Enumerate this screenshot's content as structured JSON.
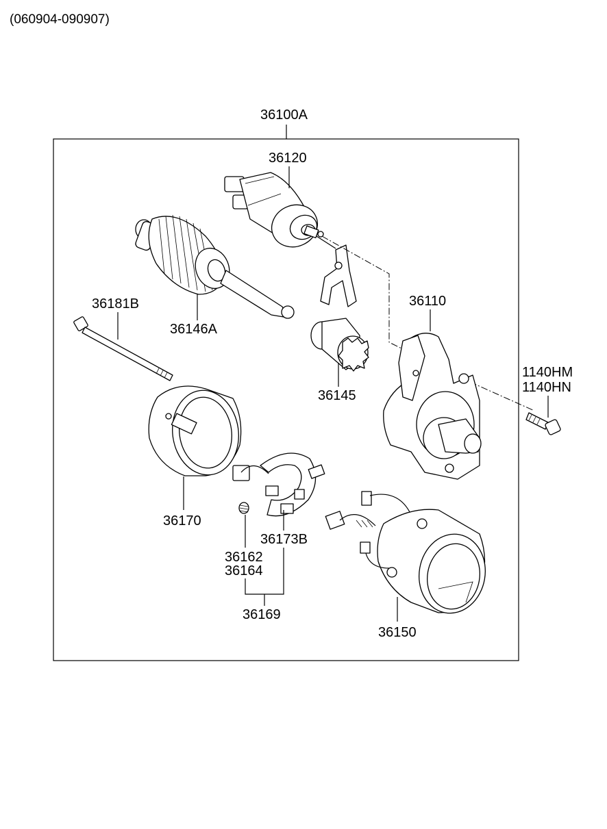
{
  "header": {
    "date_range": "(060904-090907)"
  },
  "diagram": {
    "assembly_label": "36100A",
    "parts": [
      {
        "id": "solenoid",
        "label": "36120",
        "icon": "solenoid-icon"
      },
      {
        "id": "armature",
        "label": "36146A",
        "icon": "armature-icon"
      },
      {
        "id": "through-bolt",
        "label": "36181B",
        "icon": "bolt-icon"
      },
      {
        "id": "drive-housing",
        "label": "36110",
        "icon": "housing-icon"
      },
      {
        "id": "bolt-hm",
        "label": "1140HM",
        "icon": "bolt-icon"
      },
      {
        "id": "bolt-hn",
        "label": "1140HN",
        "icon": "bolt-icon"
      },
      {
        "id": "overrunning-clutch",
        "label": "36145",
        "icon": "gear-icon"
      },
      {
        "id": "rear-cover",
        "label": "36170",
        "icon": "cover-icon"
      },
      {
        "id": "brush-holder",
        "label": "36173B",
        "icon": "brush-holder-icon"
      },
      {
        "id": "spring-1",
        "label": "36162",
        "icon": "spring-icon"
      },
      {
        "id": "spring-2",
        "label": "36164",
        "icon": "spring-icon"
      },
      {
        "id": "brush-kit",
        "label": "36169",
        "icon": "kit-icon"
      },
      {
        "id": "yoke",
        "label": "36150",
        "icon": "yoke-icon"
      }
    ]
  }
}
